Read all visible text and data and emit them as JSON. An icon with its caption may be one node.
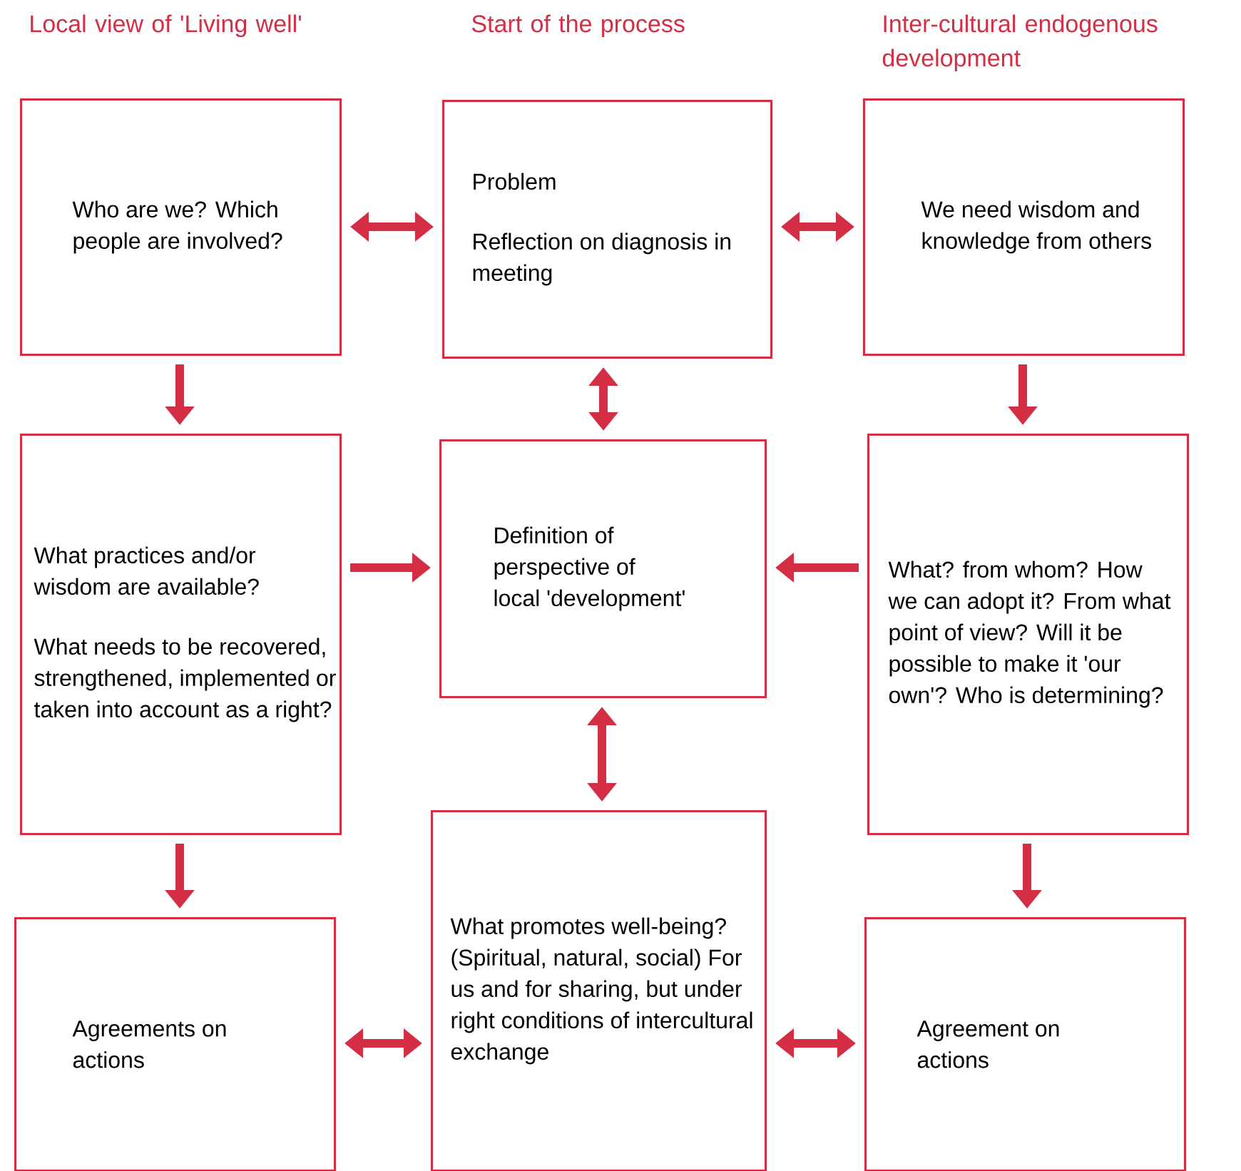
{
  "diagram": {
    "nodes": [
      {
        "text": [
          "Who are we? Which people are involved?"
        ]
      },
      {
        "text": [
          "Problem",
          "Reflection on diagnosis in meeting"
        ]
      },
      {
        "text": [
          "We need wisdom and knowledge from others"
        ]
      },
      {
        "text": [
          "What practices and/or wisdom are available?",
          "What needs to be recovered, strengthened, implemented or taken into account as a right?"
        ]
      },
      {
        "text": [
          "Definition of perspective of local 'development'"
        ]
      },
      {
        "text": [
          "What? from whom? How we can adopt it? From what point of view? Will it be possible to make it 'our own'? Who is determining?"
        ]
      },
      {
        "text": [
          "Agreements on actions"
        ]
      },
      {
        "text": [
          "What promotes well-being? (Spiritual, natural, social) For us and for sharing, but under right conditions of intercultural exchange"
        ]
      },
      {
        "text": [
          "Agreement on actions"
        ]
      }
    ],
    "edges": [
      {
        "from": 0,
        "to": 1,
        "arrow": "both"
      },
      {
        "from": 1,
        "to": 2,
        "arrow": "both"
      },
      {
        "from": 0,
        "to": 3,
        "arrow": "to"
      },
      {
        "from": 1,
        "to": 4,
        "arrow": "both"
      },
      {
        "from": 2,
        "to": 5,
        "arrow": "to"
      },
      {
        "from": 3,
        "to": 4,
        "arrow": "to"
      },
      {
        "from": 5,
        "to": 4,
        "arrow": "to"
      },
      {
        "from": 4,
        "to": 7,
        "arrow": "both"
      },
      {
        "from": 3,
        "to": 6,
        "arrow": "to"
      },
      {
        "from": 5,
        "to": 8,
        "arrow": "to"
      },
      {
        "from": 6,
        "to": 7,
        "arrow": "both"
      },
      {
        "from": 7,
        "to": 8,
        "arrow": "both"
      }
    ],
    "labels": [
      "Local view of 'Living well'",
      "Start of the process",
      "Inter-cultural endogenous development"
    ]
  }
}
